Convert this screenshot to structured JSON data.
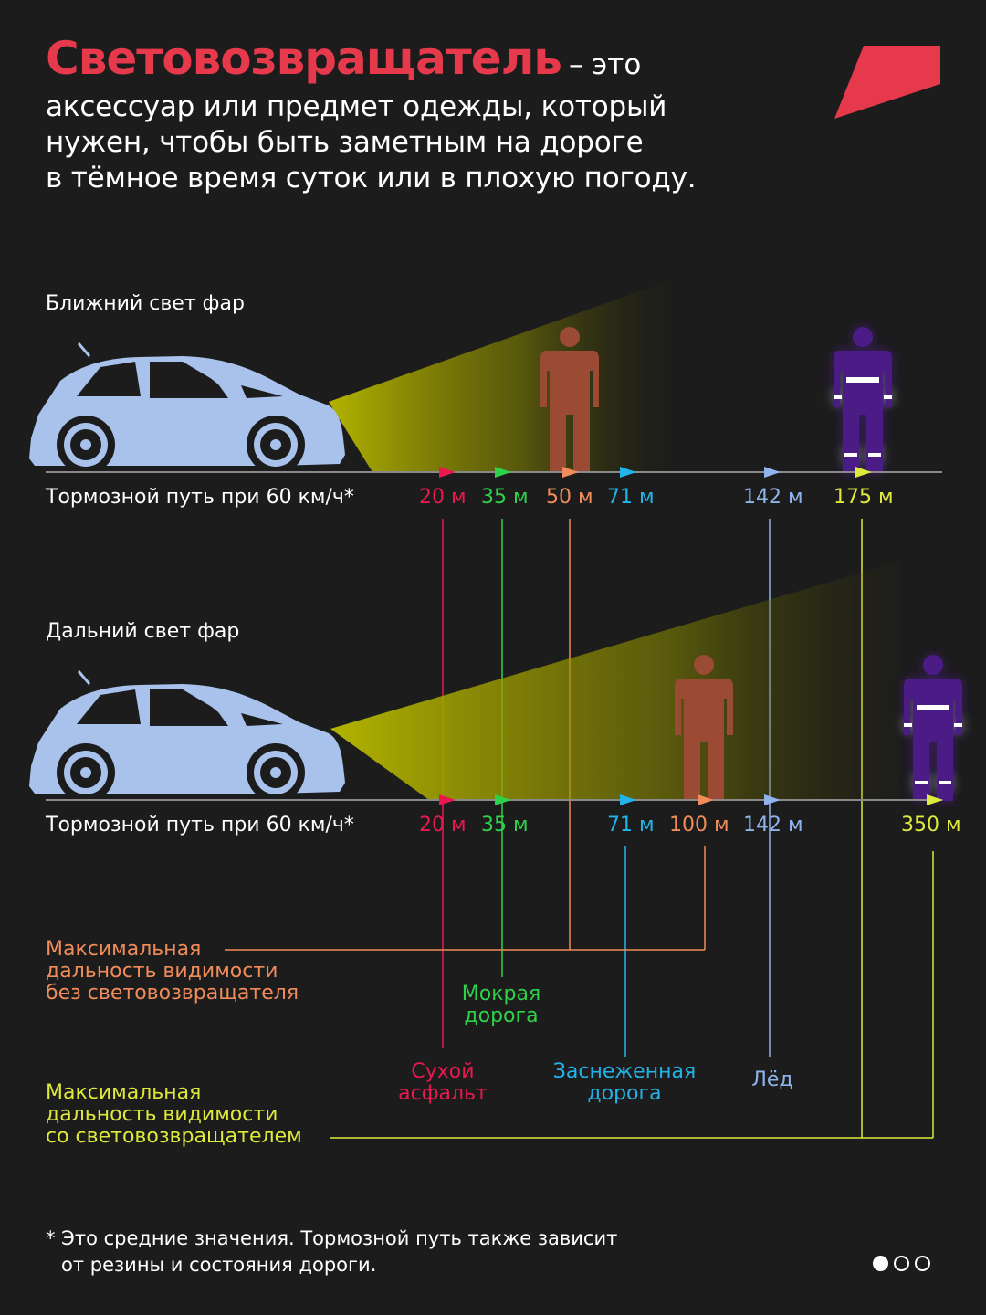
{
  "title": {
    "highlight": "Световозвращатель",
    "rest": "– это",
    "lines": [
      "аксессуар или предмет одежды, который",
      "нужен, чтобы быть заметным на дороге",
      "в тёмное время суток или в плохую погоду."
    ]
  },
  "sections": [
    {
      "label": "Ближний свет фар",
      "brake_label": "Тормозной путь при 60 км/ч*",
      "distances": [
        "20 м",
        "35 м",
        "50 м",
        "71 м",
        "142 м",
        "175 м"
      ]
    },
    {
      "label": "Дальний свет фар",
      "brake_label": "Тормозной путь при 60 км/ч*",
      "distances": [
        "20 м",
        "35 м",
        "71 м",
        "100 м",
        "142 м",
        "350 м"
      ]
    }
  ],
  "legend": {
    "no_reflector": [
      "Максимальная",
      "дальность видимости",
      "без световозвращателя"
    ],
    "wet": [
      "Мокрая",
      "дорога"
    ],
    "dry": [
      "Сухой",
      "асфальт"
    ],
    "snow": [
      "Заснеженная",
      "дорога"
    ],
    "ice": [
      "Лёд"
    ],
    "with_reflector": [
      "Максимальная",
      "дальность видимости",
      "со световозвращателем"
    ]
  },
  "footnote": [
    "* Это средние значения. Тормозной путь также зависит",
    "от резины и состояния дороги."
  ],
  "pagination": {
    "count": 3,
    "active": 0
  },
  "colors": {
    "brand": "#e63a4c",
    "dry": "#e8194f",
    "wet": "#2fd14a",
    "no_reflector": "#f08c5a",
    "snow": "#22b3e8",
    "ice": "#8fb4ec",
    "with_reflector": "#dde93b",
    "car": "#a9c2ec",
    "person": "#9b4a33",
    "reflective_person": "#4b1b86",
    "beam": "#b3b300"
  }
}
